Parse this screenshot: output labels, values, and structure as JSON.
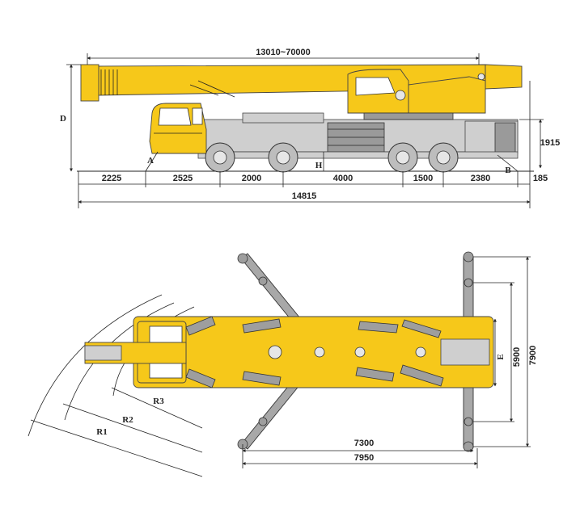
{
  "side_view": {
    "boom_length": "13010~70000",
    "height_label": "D",
    "dim_right_upper": "1915",
    "dim_right_lower": "185",
    "bottom_dims": [
      "2225",
      "2525",
      "2000",
      "4000",
      "1500",
      "2380"
    ],
    "overall_length": "14815",
    "angle_labels": [
      "A",
      "B"
    ],
    "ground_clearance_label": "H"
  },
  "top_view": {
    "outrigger_span_inner": "7300",
    "outrigger_span_outer": "7950",
    "outrigger_width_inner": "5900",
    "outrigger_width_outer": "7900",
    "width_label": "E",
    "turning_radii": [
      "R1",
      "R2",
      "R3"
    ]
  },
  "colors": {
    "body": "#f6c81a",
    "outline": "#444444",
    "chassis": "#cfcfcf"
  }
}
